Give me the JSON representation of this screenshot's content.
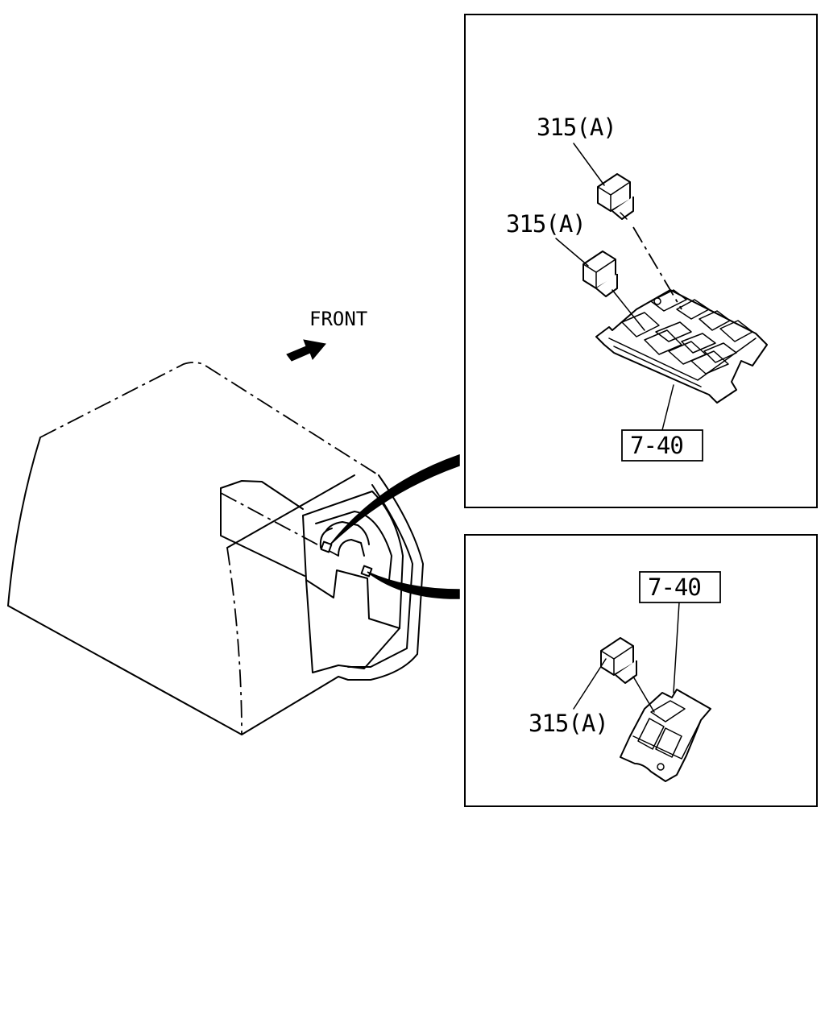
{
  "front_label": "FRONT",
  "detail_top": {
    "relay_upper_label": "315(A)",
    "relay_lower_label": "315(A)",
    "bracket_label": "7-40"
  },
  "detail_bottom": {
    "bracket_label": "7-40",
    "relay_label": "315(A)"
  }
}
